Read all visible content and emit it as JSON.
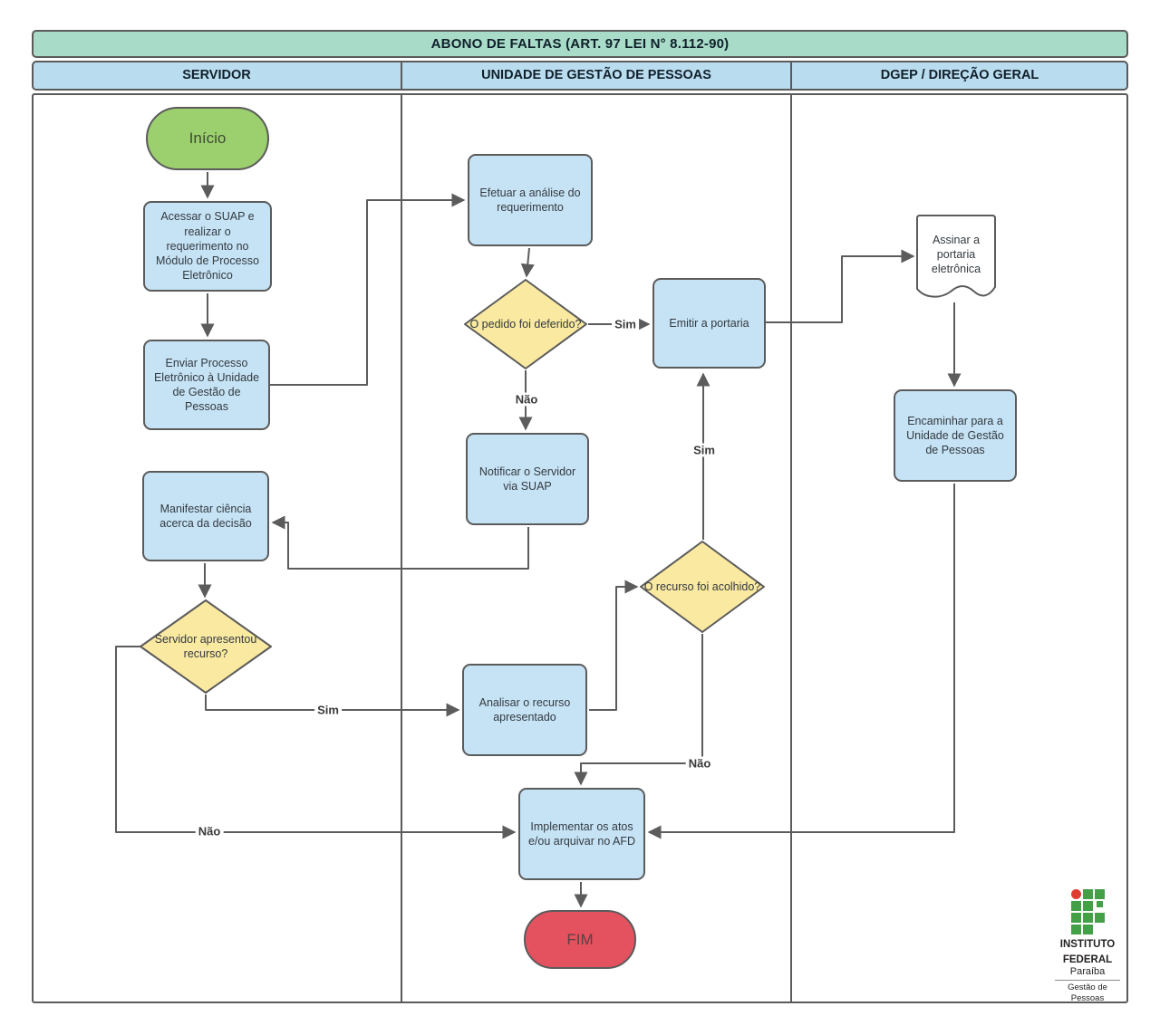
{
  "title": "ABONO DE FALTAS (ART. 97 LEI N° 8.112-90)",
  "lanes": {
    "servidor": "SERVIDOR",
    "ugp": "UNIDADE DE GESTÃO DE PESSOAS",
    "dgep": "DGEP / DIREÇÃO GERAL"
  },
  "nodes": {
    "inicio": "Início",
    "acessar_suap": "Acessar o SUAP e realizar o requerimento no Módulo de Processo Eletrônico",
    "enviar_processo": "Enviar Processo Eletrônico à Unidade de Gestão de Pessoas",
    "efetuar_analise": "Efetuar a análise do requerimento",
    "pedido_deferido": "O pedido foi deferido?",
    "emitir_portaria": "Emitir a portaria",
    "assinar_portaria": "Assinar a portaria eletrônica",
    "encaminhar_ugp": "Encaminhar para a Unidade de Gestão de Pessoas",
    "notificar_servidor": "Notificar o Servidor via SUAP",
    "manifestar_ciencia": "Manifestar ciência acerca da decisão",
    "apresentou_recurso": "Servidor apresentou recurso?",
    "analisar_recurso": "Analisar o recurso apresentado",
    "recurso_acolhido": "O recurso foi acolhido?",
    "implementar_atos": "Implementar os atos e/ou arquivar no AFD",
    "fim": "FIM"
  },
  "edge_labels": {
    "deferido_sim": "Sim",
    "deferido_nao": "Não",
    "recurso_sim": "Sim",
    "recurso_nao": "Não",
    "acolhido_sim": "Sim",
    "acolhido_nao": "Não"
  },
  "logo": {
    "line1": "INSTITUTO",
    "line2": "FEDERAL",
    "line3": "Paraíba",
    "line4": "Gestão de",
    "line5": "Pessoas"
  },
  "colors": {
    "title_bg": "#a9dcc8",
    "lane_header_bg": "#b9dcee",
    "process_fill": "#c6e3f5",
    "decision_fill": "#fae9a0",
    "start_fill": "#9ccf6e",
    "end_fill": "#e5525f",
    "document_fill": "#ffffff",
    "stroke": "#5b5b5b",
    "logo_green": "#43a047",
    "logo_red": "#e03c31"
  }
}
